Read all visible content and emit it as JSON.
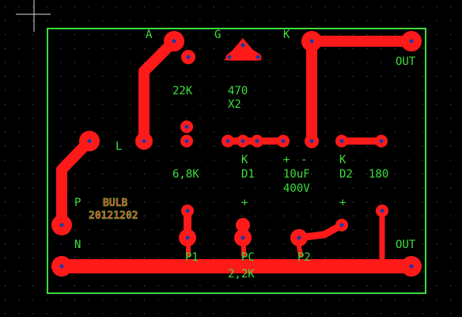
{
  "colors": {
    "background": "#000000",
    "copper": "#ff1a1a",
    "silkscreen": "#3ddc3d",
    "grid": "#6a6a6a",
    "drill": "#1a3aa8"
  },
  "labels": {
    "a": "A",
    "g": "G",
    "k_top": "K",
    "out_top": "OUT",
    "r22k": "22K",
    "r470": "470",
    "x2": "X2",
    "l": "L",
    "k_d1": "K",
    "d1": "D1",
    "plus_cap": "+",
    "minus_cap": "-",
    "cap_value": "10uF",
    "cap_voltage": "400V",
    "k_d2": "K",
    "d2": "D2",
    "r180": "180",
    "r6_8k": "6,8K",
    "p": "P",
    "plus_mid": "+",
    "plus_right": "+",
    "n": "N",
    "out_bottom": "OUT",
    "p1": "P1",
    "pc": "PC",
    "p2": "P2",
    "r2_2k": "2,2K"
  },
  "logo_text": {
    "line1": "BULB",
    "line2": "20121202"
  },
  "icons": {
    "cursor": "crosshair-icon"
  }
}
